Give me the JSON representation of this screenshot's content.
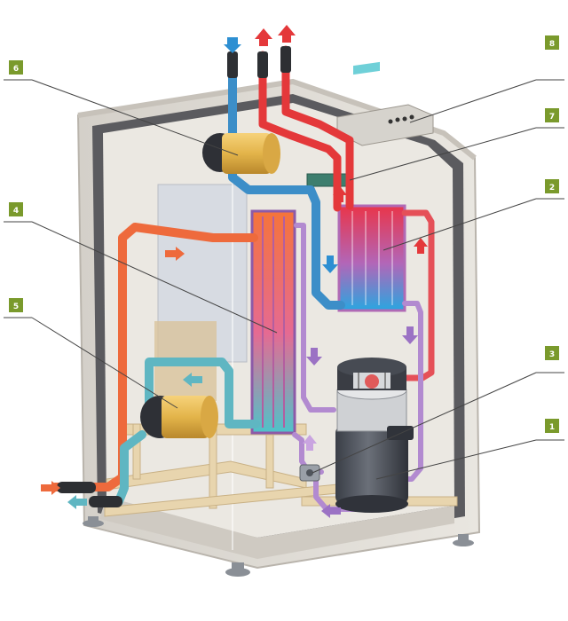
{
  "diagram": {
    "labels": [
      {
        "id": "label-1",
        "text": "1"
      },
      {
        "id": "label-2",
        "text": "2"
      },
      {
        "id": "label-3",
        "text": "3"
      },
      {
        "id": "label-4",
        "text": "4"
      },
      {
        "id": "label-5",
        "text": "5"
      },
      {
        "id": "label-6",
        "text": "6"
      },
      {
        "id": "label-7",
        "text": "7"
      },
      {
        "id": "label-8",
        "text": "8"
      }
    ],
    "colors": {
      "badge": "#7a9a2c",
      "hot_pipe": "#ee6a3c",
      "cold_pipe": "#5fb6c2",
      "blue_pipe": "#3c8ec8",
      "purple_pipe": "#b28ad0",
      "red_pipe": "#e4383a",
      "cabinet_frame": "#dcd8d2",
      "cabinet_back": "#ebe8e2",
      "wood_frame": "#e8d5ae",
      "compressor": "#4a4e58",
      "pump": "#e8bb54",
      "leader_line": "#444444"
    }
  }
}
